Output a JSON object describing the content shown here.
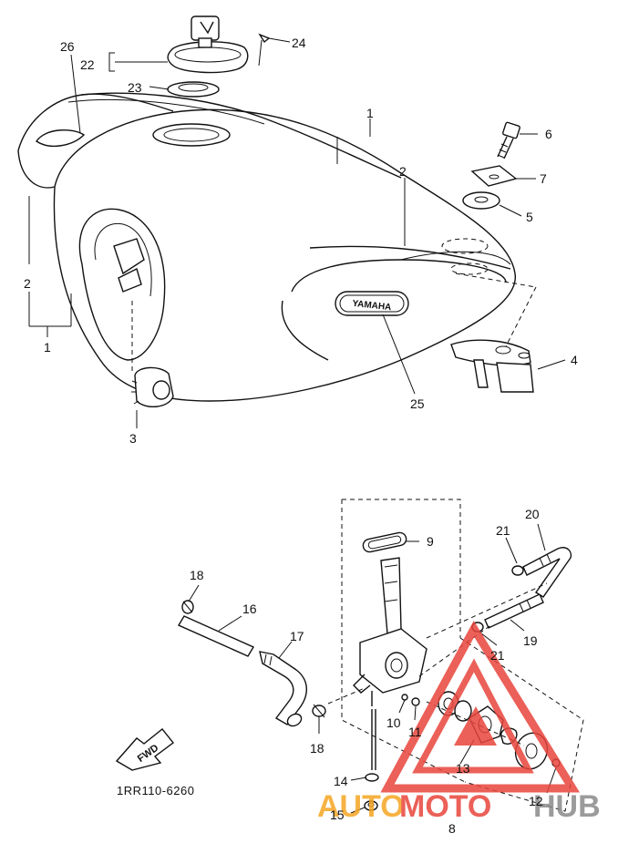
{
  "diagram_code": "1RR110-6260",
  "fwd_label": "FWD",
  "emblem_text": "YAMAHA",
  "watermark": {
    "part1": "AUTO",
    "part2": "MOTO",
    "part3": "HUB",
    "color_orange": "#f5a623",
    "color_red": "#e8453c",
    "color_gray": "#8a8a8a"
  },
  "callouts": [
    {
      "id": "c26",
      "text": "26"
    },
    {
      "id": "c22",
      "text": "22"
    },
    {
      "id": "c23",
      "text": "23"
    },
    {
      "id": "c24",
      "text": "24"
    },
    {
      "id": "c1a",
      "text": "1"
    },
    {
      "id": "c2a",
      "text": "2"
    },
    {
      "id": "c6",
      "text": "6"
    },
    {
      "id": "c7",
      "text": "7"
    },
    {
      "id": "c5",
      "text": "5"
    },
    {
      "id": "c2b",
      "text": "2"
    },
    {
      "id": "c1b",
      "text": "1"
    },
    {
      "id": "c4",
      "text": "4"
    },
    {
      "id": "c25",
      "text": "25"
    },
    {
      "id": "c3",
      "text": "3"
    },
    {
      "id": "c9",
      "text": "9"
    },
    {
      "id": "c20",
      "text": "20"
    },
    {
      "id": "c21a",
      "text": "21"
    },
    {
      "id": "c18a",
      "text": "18"
    },
    {
      "id": "c16",
      "text": "16"
    },
    {
      "id": "c17",
      "text": "17"
    },
    {
      "id": "c19",
      "text": "19"
    },
    {
      "id": "c21b",
      "text": "21"
    },
    {
      "id": "c10",
      "text": "10"
    },
    {
      "id": "c11",
      "text": "11"
    },
    {
      "id": "c18b",
      "text": "18"
    },
    {
      "id": "c13",
      "text": "13"
    },
    {
      "id": "c14",
      "text": "14"
    },
    {
      "id": "c12",
      "text": "12"
    },
    {
      "id": "c15",
      "text": "15"
    },
    {
      "id": "c8",
      "text": "8"
    }
  ]
}
